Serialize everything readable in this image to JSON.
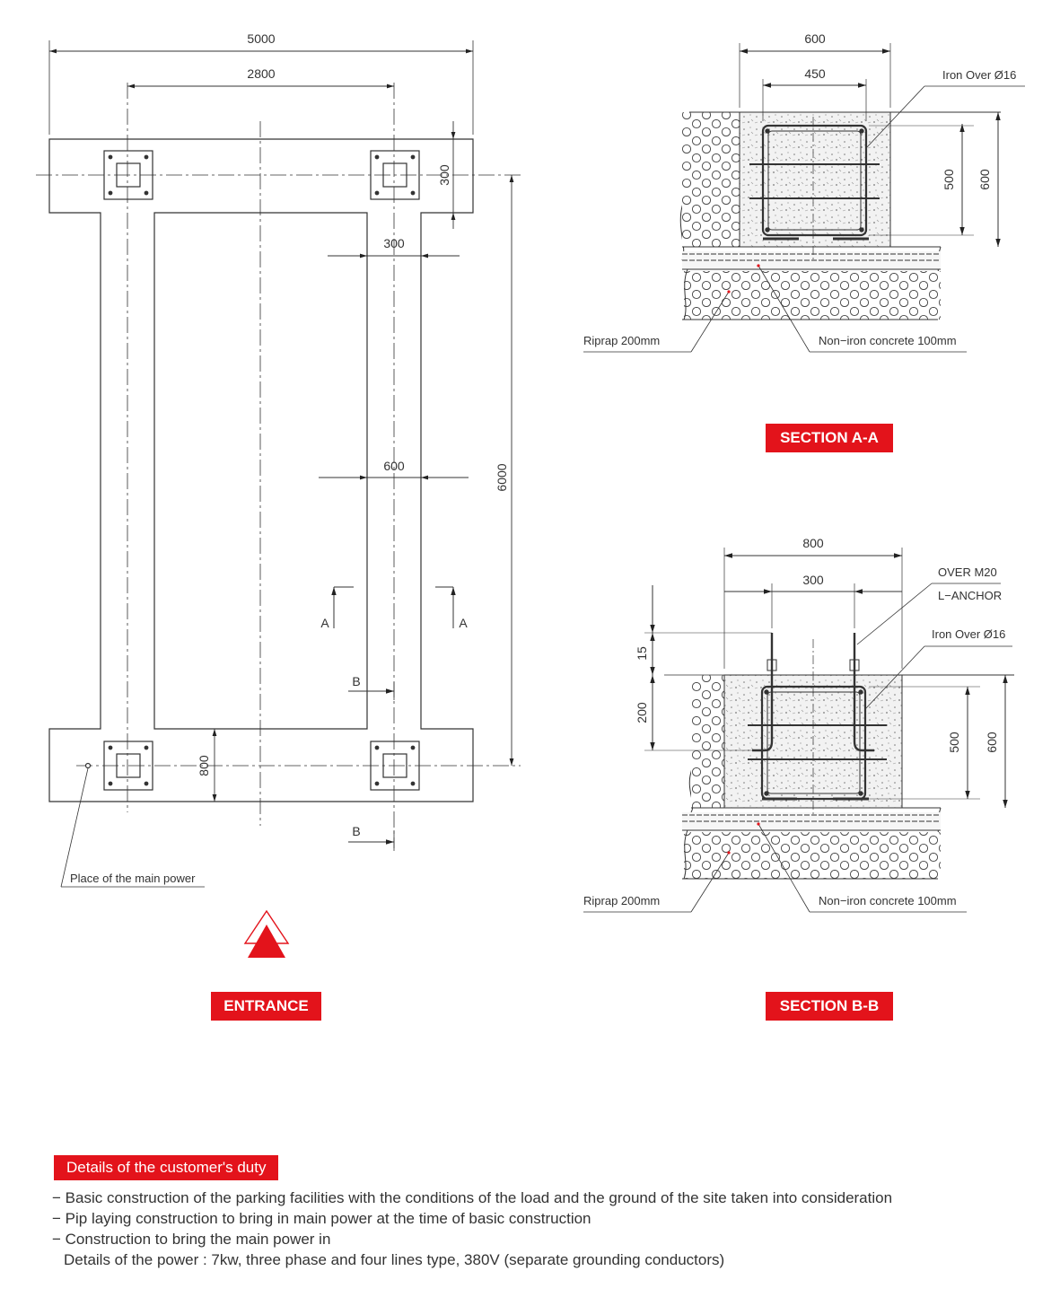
{
  "plan": {
    "dim_total_width": "5000",
    "dim_post_spacing": "2800",
    "dim_beam_width": "300",
    "dim_rail_width": "300",
    "dim_rail_span": "600",
    "dim_total_length": "6000",
    "dim_base_width": "800",
    "section_a_mark": "A",
    "section_b_mark": "B",
    "main_power_label": "Place of the main power",
    "entrance_label": "ENTRANCE"
  },
  "section_aa": {
    "title": "SECTION A-A",
    "dim_width": "600",
    "dim_inner_width": "450",
    "dim_height_inner": "500",
    "dim_height": "600",
    "rebar_label": "Iron Over Ø16",
    "riprap_label": "Riprap 200mm",
    "concrete_label": "Non−iron concrete 100mm"
  },
  "section_bb": {
    "title": "SECTION B-B",
    "dim_width": "800",
    "dim_anchor_spacing": "300",
    "dim_anchor_protrusion": "15",
    "dim_embed": "200",
    "dim_height_inner": "500",
    "dim_height": "600",
    "anchor_label_1": "OVER M20",
    "anchor_label_2": "L−ANCHOR",
    "rebar_label": "Iron Over Ø16",
    "riprap_label": "Riprap 200mm",
    "concrete_label": "Non−iron concrete 100mm"
  },
  "duties": {
    "title": "Details of the customer's duty",
    "items": [
      "− Basic construction of the parking facilities with the conditions of the load and the ground of the site taken into consideration",
      "− Pip laying construction to bring in main power at the time of basic construction",
      "− Construction to bring the main power in"
    ],
    "power_detail": "Details of the power : 7kw, three phase and four lines type, 380V (separate grounding conductors)"
  },
  "colors": {
    "accent": "#e3131b",
    "line": "#333333"
  }
}
